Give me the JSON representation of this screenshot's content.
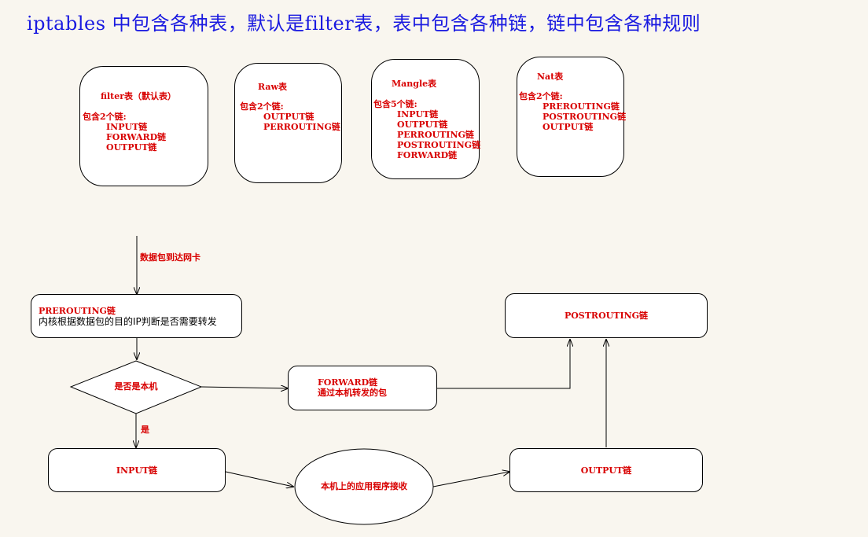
{
  "title": "iptables 中包含各种表，默认是filter表，表中包含各种链，链中包含各种规则",
  "tables": {
    "filter": {
      "name": "filter表（默认表）",
      "count": "包含2个链:",
      "chains": [
        "INPUT链",
        "FORWARD链",
        "OUTPUT链"
      ]
    },
    "raw": {
      "name": "Raw表",
      "count": "包含2个链:",
      "chains": [
        "OUTPUT链",
        "PERROUTING链"
      ]
    },
    "mangle": {
      "name": "Mangle表",
      "count": "包含5个链:",
      "chains": [
        "INPUT链",
        "OUTPUT链",
        "PERROUTING链",
        "POSTROUTING链",
        "FORWARD链"
      ]
    },
    "nat": {
      "name": "Nat表",
      "count": "包含2个链:",
      "chains": [
        "PREROUTING链",
        "POSTROUTING链",
        "OUTPUT链"
      ]
    }
  },
  "flow": {
    "arrival_label": "数据包到达网卡",
    "prerouting_title": "PREROUTING链",
    "prerouting_desc": "内核根据数据包的目的IP判断是否需要转发",
    "decision": "是否是本机",
    "yes_label": "是",
    "forward_title": "FORWARD链",
    "forward_desc": "通过本机转发的包",
    "postrouting": "POSTROUTING链",
    "input": "INPUT链",
    "app": "本机上的应用程序接收",
    "output": "OUTPUT链"
  },
  "colors": {
    "title": "#1a1ae0",
    "label": "#d80000",
    "background": "#f9f6ef"
  }
}
